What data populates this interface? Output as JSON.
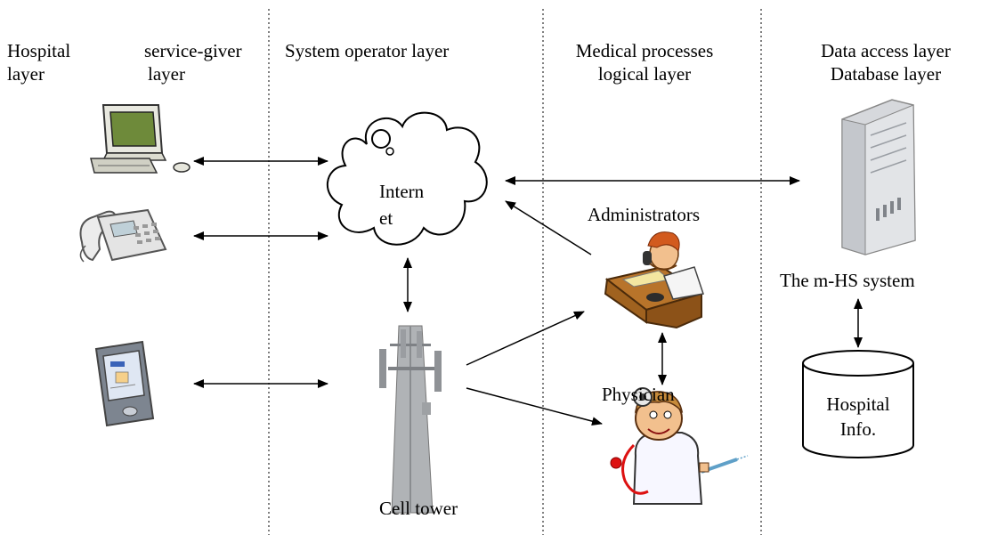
{
  "layers": {
    "hospital": [
      "Hospital",
      "layer"
    ],
    "service_giver": [
      "service-giver",
      "layer"
    ],
    "system_operator": "System operator layer",
    "medical": [
      "Medical processes",
      "logical layer"
    ],
    "data_access": [
      "Data access layer",
      "Database layer"
    ]
  },
  "nodes": {
    "internet": [
      "Intern",
      "et"
    ],
    "cell_tower": "Cell tower",
    "administrators": "Administrators",
    "physician": "Physician",
    "mhs_system": "The m-HS system",
    "hospital_info": [
      "Hospital",
      "Info."
    ]
  },
  "icons": [
    "computer-icon",
    "telephone-icon",
    "pda-icon",
    "cloud-icon",
    "cell-tower-icon",
    "administrator-icon",
    "physician-icon",
    "server-icon",
    "database-icon"
  ],
  "colors": {
    "ink": "#000000",
    "monitor_screen": "#6e8a3a",
    "desk": "#b8742a",
    "skin": "#f2c08e",
    "server": "#d6d8dc"
  }
}
